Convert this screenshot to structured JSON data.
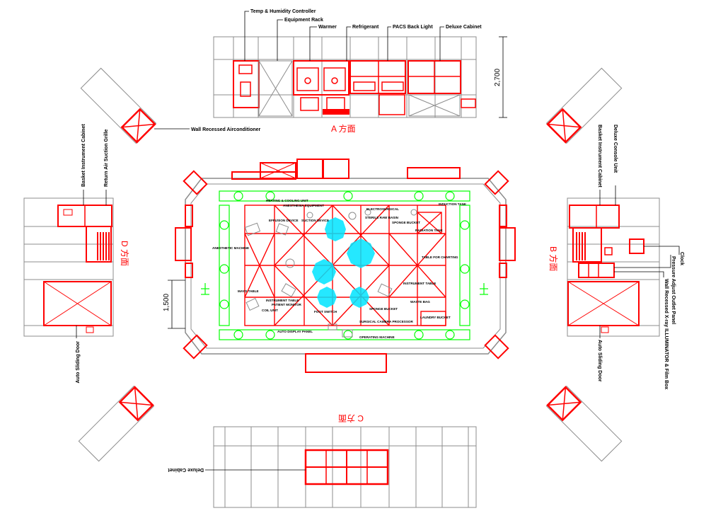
{
  "elevation_a": {
    "title": "A  方面",
    "callouts": [
      "Temp & Humidity Controller",
      "Equipment Rack",
      "Warmer",
      "Refrigerant",
      "PACS Back Light",
      "Deluxe Cabinet"
    ],
    "height_dim": "2,700",
    "aircon_label": "Wall Recessed Airconditioner"
  },
  "elevation_b": {
    "title": "B 方面",
    "callouts_top": [
      "Deluxe Console Unit",
      "Basket Instrument Cabinet"
    ],
    "callouts_right": [
      "Clock",
      "Pressure Adjust Outlet Panel",
      "Wall Recessed X-ray ILLUMINATOR & Film Box"
    ],
    "door_label": "Auto Sliding Door"
  },
  "elevation_c": {
    "title": "C 方面",
    "cabinet_label": "Deluxe Cabinet"
  },
  "elevation_d": {
    "title": "D 方面",
    "callouts_top": [
      "Basket Instrument Cabinet",
      "Return Air Suction Grille"
    ],
    "door_label": "Auto Sliding Door"
  },
  "plan": {
    "width_dim": "1,500",
    "equipment_labels": [
      "HEATING & COOLING UNIT",
      "ANESTHESIA EQUIPMENT",
      "EFFUSION DEVICE",
      "ELECTROSURGICAL",
      "SUCTION DEVICE",
      "SPONGE BUCKET",
      "STERILE RAW BASIN",
      "ANESTHETIC MACHINE",
      "RADIATION TANK",
      "TABLE FOR CHARTING",
      "INSTRUMENT TABLE",
      "MAYO TABLE",
      "INSTRUMENT TABLE",
      "COIL UNIT",
      "FOOT SWITCH",
      "SPONGE BUCKET",
      "WASTE BAG",
      "LAUNDRY BUCKET",
      "PATIENT MONITOR",
      "SURGICAL CAMERA PROCESSOR",
      "AUTO DISPLAY PANEL",
      "OPERATING MACHINE",
      "INDUCTION TANK"
    ]
  },
  "colors": {
    "cad_red": "#ff0000",
    "cad_green": "#00ff00",
    "cad_cyan": "#00e5ff",
    "cad_gray": "#8c8c8c",
    "text": "#000000"
  }
}
